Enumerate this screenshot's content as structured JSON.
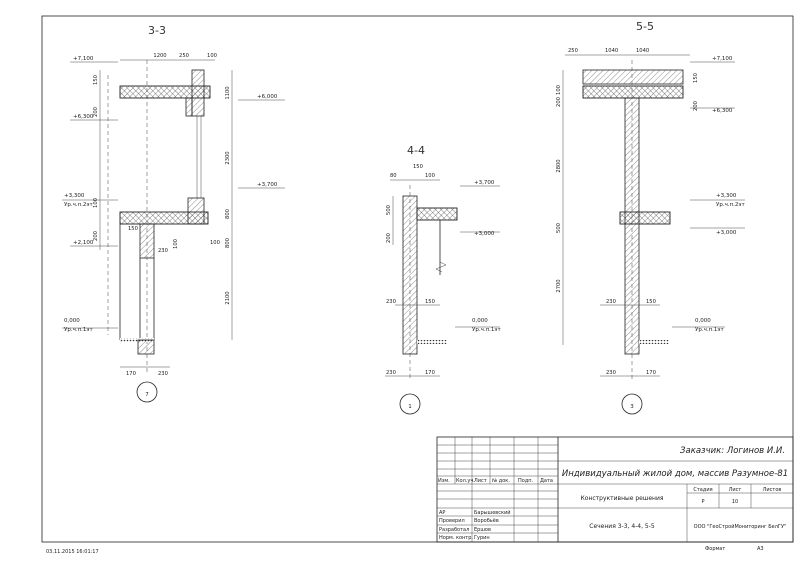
{
  "sections": {
    "s33": {
      "title": "3-3",
      "axis": "7",
      "levels": [
        "+7,100",
        "+6,300",
        "+6,000",
        "+3,700",
        "+3,300",
        "Ур.ч.п.2эт",
        "+2,100",
        "0,000",
        "Ур.ч.п.1эт"
      ],
      "dims_top": [
        "1200",
        "250",
        "100"
      ],
      "dims_right": [
        "1100",
        "2300",
        "800",
        "800",
        "2100"
      ],
      "dims_left": [
        "150",
        "200",
        "100",
        "200"
      ],
      "dims_mid": [
        "150",
        "230",
        "100",
        "100"
      ],
      "dims_bottom": [
        "170",
        "230"
      ]
    },
    "s44": {
      "title": "4-4",
      "axis": "1",
      "levels": [
        "+3,700",
        "+3,000",
        "0,000",
        "Ур.ч.п.1эт"
      ],
      "dims_top": [
        "80",
        "150",
        "100"
      ],
      "dims_left": [
        "500",
        "200"
      ],
      "dims_mid": [
        "230",
        "150"
      ],
      "dims_bottom": [
        "230",
        "170"
      ]
    },
    "s55": {
      "title": "5-5",
      "axis": "3",
      "levels": [
        "+7,100",
        "+6,300",
        "+3,300",
        "Ур.ч.п.2эт",
        "+3,000",
        "0,000",
        "Ур.ч.п.1эт"
      ],
      "dims_top": [
        "250",
        "1040",
        "1040"
      ],
      "dims_left": [
        "100",
        "200",
        "150",
        "200",
        "2800",
        "500",
        "2700"
      ],
      "dims_mid": [
        "230",
        "150"
      ],
      "dims_bottom": [
        "230",
        "170"
      ]
    }
  },
  "title_block": {
    "customer": "Заказчик: Логинов И.И.",
    "project": "Индивидуальный жилой дом, массив Разумное-81",
    "section_name": "Конструктивные решения",
    "sheet_name": "Сечения 3-3, 4-4, 5-5",
    "company": "ООО \"ГеоСтройМониторинг БелГУ\"",
    "headers": [
      "Изм.",
      "Кол.уч.",
      "Лист",
      "№ док.",
      "Подп.",
      "Дата"
    ],
    "stage_header": "Стадия",
    "sheet_header": "Лист",
    "sheets_header": "Листов",
    "stage": "Р",
    "sheet": "10",
    "roles": [
      "АР",
      "Проверил",
      "Разработал",
      "Норм. контр."
    ],
    "names": [
      "Барышевский",
      "Воробьёв",
      "Ершов",
      "Гурин"
    ],
    "format_label": "Формат",
    "format": "А3"
  },
  "timestamp": "03.11.2015 16:01:17"
}
